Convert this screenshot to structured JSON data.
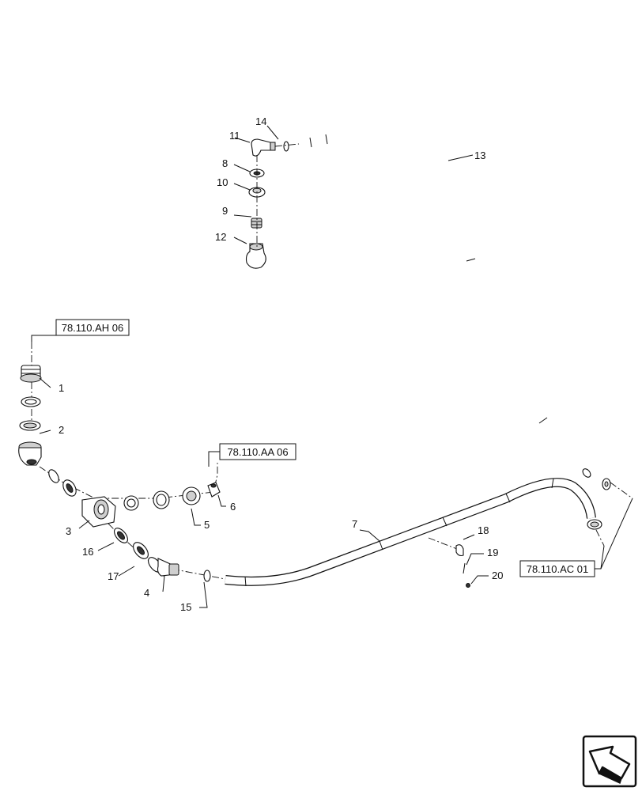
{
  "callouts": [
    "1",
    "2",
    "3",
    "4",
    "5",
    "6",
    "7",
    "8",
    "9",
    "10",
    "11",
    "12",
    "13",
    "14",
    "15",
    "16",
    "17",
    "18",
    "19",
    "20"
  ],
  "references": {
    "ah06": "78.110.AH 06",
    "aa06": "78.110.AA 06",
    "ac01": "78.110.AC 01"
  },
  "icons": {
    "nav_arrow": "navigation-arrow-icon"
  }
}
